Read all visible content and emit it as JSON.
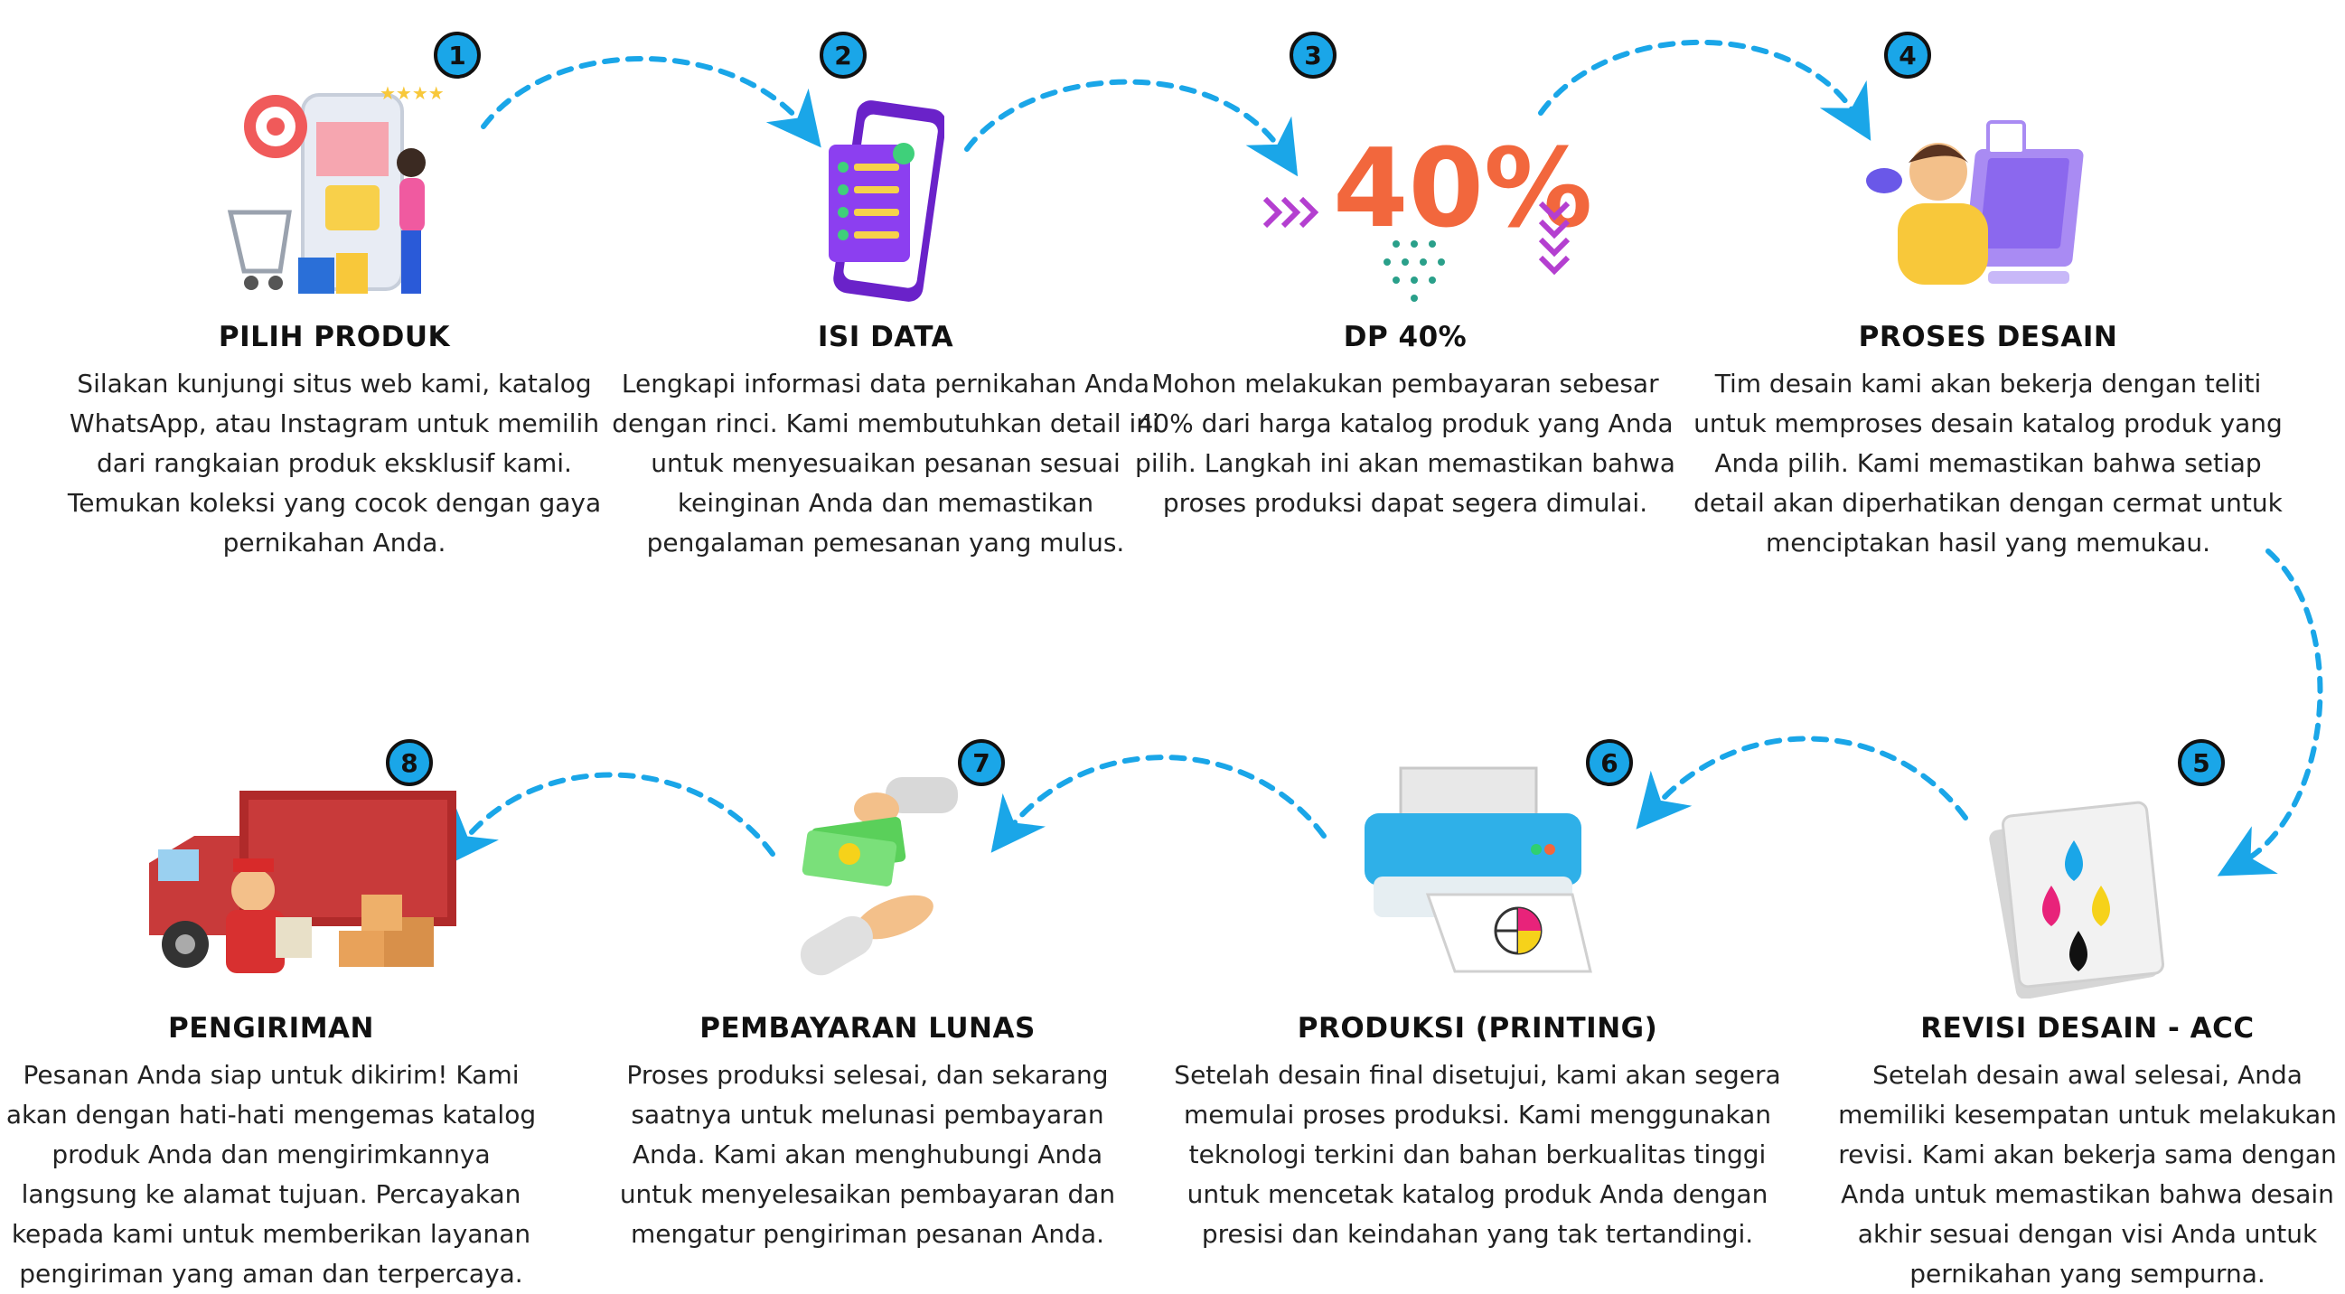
{
  "steps": [
    {
      "number": "1",
      "title": "PILIH PRODUK",
      "desc": "Silakan kunjungi situs web kami, katalog WhatsApp, atau Instagram untuk memilih dari rangkaian produk eksklusif kami. Temukan koleksi yang cocok dengan gaya pernikahan Anda.",
      "icon": "shopping-phone-icon"
    },
    {
      "number": "2",
      "title": "ISI DATA",
      "desc": "Lengkapi informasi data pernikahan Anda dengan rinci. Kami membutuhkan detail ini untuk menyesuaikan pesanan sesuai keinginan Anda dan memastikan pengalaman pemesanan yang mulus.",
      "icon": "checklist-phone-icon"
    },
    {
      "number": "3",
      "title": "DP 40%",
      "desc": "Mohon melakukan pembayaran sebesar 40% dari harga katalog produk yang Anda pilih. Langkah ini akan memastikan bahwa proses produksi dapat segera dimulai.",
      "icon": "percent-icon",
      "illus_text": "40%"
    },
    {
      "number": "4",
      "title": "PROSES DESAIN",
      "desc": "Tim desain kami akan bekerja dengan teliti untuk memproses desain katalog produk yang Anda pilih. Kami memastikan bahwa setiap detail akan diperhatikan dengan cermat untuk menciptakan hasil yang memukau.",
      "icon": "designer-icon"
    },
    {
      "number": "5",
      "title": "REVISI DESAIN - ACC",
      "desc": "Setelah desain awal selesai, Anda memiliki kesempatan untuk melakukan revisi. Kami akan bekerja sama dengan Anda untuk memastikan bahwa desain akhir sesuai dengan visi Anda untuk pernikahan yang sempurna.",
      "icon": "ink-drops-icon"
    },
    {
      "number": "6",
      "title": "PRODUKSI (PRINTING)",
      "desc": "Setelah desain final disetujui, kami akan segera memulai proses produksi. Kami menggunakan teknologi terkini dan bahan berkualitas tinggi untuk mencetak katalog produk Anda dengan presisi dan keindahan yang tak tertandingi.",
      "icon": "printer-icon"
    },
    {
      "number": "7",
      "title": "PEMBAYARAN LUNAS",
      "desc": "Proses produksi selesai, dan sekarang saatnya untuk melunasi pembayaran Anda. Kami akan menghubungi Anda untuk menyelesaikan pembayaran dan mengatur pengiriman pesanan Anda.",
      "icon": "payment-hands-icon"
    },
    {
      "number": "8",
      "title": "PENGIRIMAN",
      "desc": "Pesanan Anda siap untuk dikirim! Kami akan dengan hati-hati mengemas katalog produk Anda dan mengirimkannya langsung ke alamat tujuan. Percayakan kepada kami untuk memberikan layanan pengiriman yang aman dan terpercaya.",
      "icon": "delivery-truck-icon"
    }
  ],
  "colors": {
    "badge": "#1aa6e8",
    "arrow": "#1aa6e8",
    "accent_purple": "#7b2fe0",
    "accent_orange": "#f2673d"
  }
}
